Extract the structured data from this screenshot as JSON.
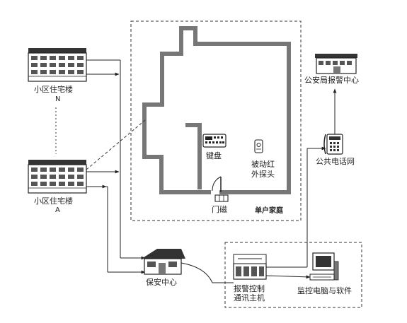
{
  "labels": {
    "building_n": "小区住宅楼",
    "building_n_letter": "N",
    "building_a": "小区住宅楼",
    "building_a_letter": "A",
    "police": "公安局报警中心",
    "phone_network": "公共电话网",
    "keypad": "键盘",
    "pir_line1": "被动红",
    "pir_line2": "外探头",
    "door_magnet": "门磁",
    "household": "单户家庭",
    "security_center": "保安中心",
    "host_line1": "报警控制",
    "host_line2": "通讯主机",
    "monitor": "监控电脑与软件"
  }
}
